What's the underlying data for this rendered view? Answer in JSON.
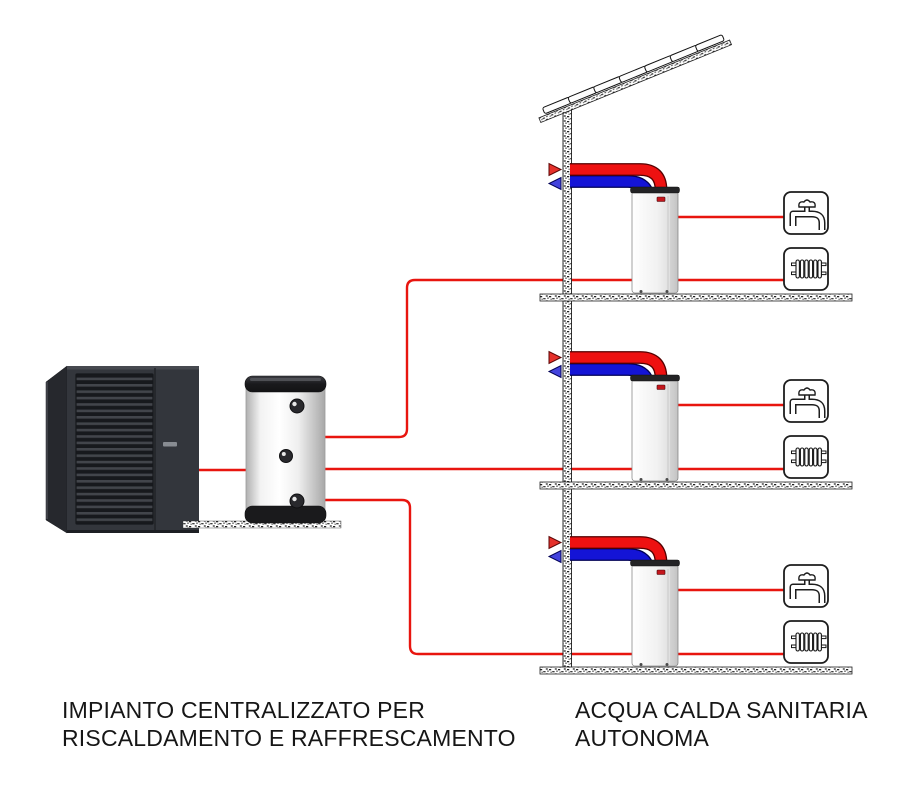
{
  "captions": {
    "left": {
      "line1": "IMPIANTO CENTRALIZZATO PER",
      "line2": "RISCALDAMENTO E RAFFRESCAMENTO"
    },
    "right": {
      "line1": "ACQUA CALDA SANITARIA",
      "line2": "AUTONOMA"
    }
  },
  "system": {
    "floors": 3,
    "colors": {
      "supply_pipe_red": "#e8150f",
      "duct_hot_red": "#ee1111",
      "duct_return_blue": "#1414d6",
      "heat_pump_body": "#33363c",
      "caption_text": "#161616"
    },
    "icons": {
      "tap": "tap-icon",
      "radiator": "radiator-icon",
      "hot_flow_arrow": "▶",
      "return_flow_arrow": "◀"
    }
  }
}
